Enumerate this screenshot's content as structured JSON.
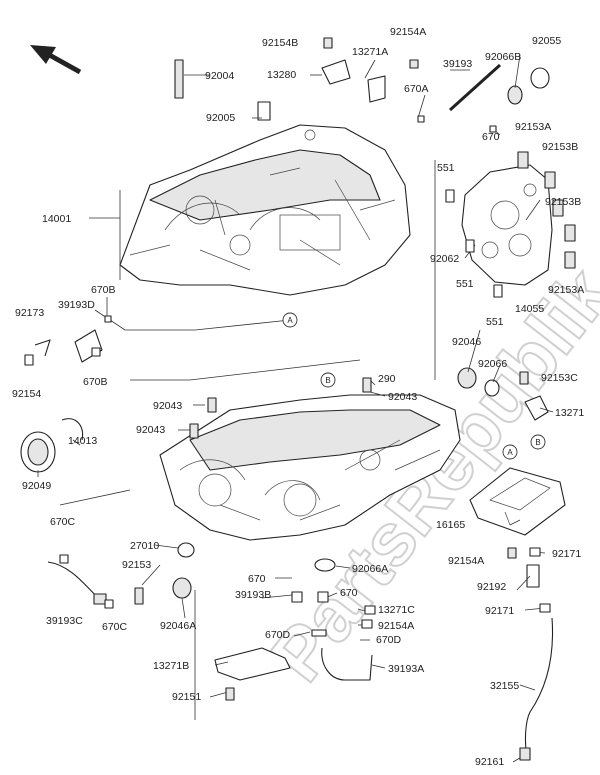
{
  "watermark": "PartsRepublik",
  "callouts": [
    "A",
    "B"
  ],
  "part_labels": {
    "p92154B": "92154B",
    "p92154A_top": "92154A",
    "p13271A": "13271A",
    "p13280": "13280",
    "p92004": "92004",
    "p39193": "39193",
    "p92066B": "92066B",
    "p92055": "92055",
    "p670A": "670A",
    "p92005": "92005",
    "p670_top": "670",
    "p92153A": "92153A",
    "p92153B_1": "92153B",
    "p551_1": "551",
    "p14001": "14001",
    "p92153B_2": "92153B",
    "p92062": "92062",
    "p551_2": "551",
    "p670B_1": "670B",
    "p92173": "92173",
    "p39193D": "39193D",
    "p92153A_2": "92153A",
    "p551_3": "551",
    "p14055": "14055",
    "p670B_2": "670B",
    "p92154": "92154",
    "p92046": "92046",
    "p92066": "92066",
    "p290": "290",
    "p92153C": "92153C",
    "p92043_1": "92043",
    "p92043_2": "92043",
    "p13271": "13271",
    "p92043_3": "92043",
    "p14013": "14013",
    "p92049": "92049",
    "p670C_1": "670C",
    "p16165": "16165",
    "p27010": "27010",
    "p92066A": "92066A",
    "p92154A_2": "92154A",
    "p92171_1": "92171",
    "p92153": "92153",
    "p670_2": "670",
    "p39193B": "39193B",
    "p670_3": "670",
    "p92192": "92192",
    "p39193C": "39193C",
    "p670C_2": "670C",
    "p92046A": "92046A",
    "p13271C": "13271C",
    "p92154A_3": "92154A",
    "p92171_2": "92171",
    "p670D_1": "670D",
    "p670D_2": "670D",
    "p13271B": "13271B",
    "p39193A": "39193A",
    "p32155": "32155",
    "p92151": "92151",
    "p92161": "92161"
  }
}
